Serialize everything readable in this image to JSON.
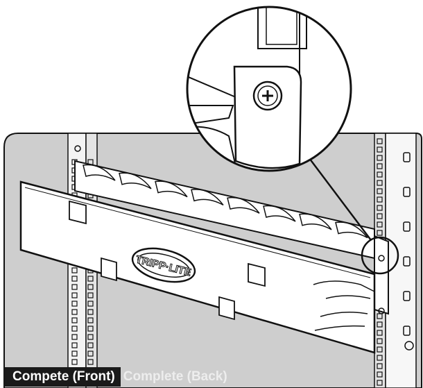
{
  "tabs": [
    {
      "label": "Compete (Front)",
      "active": true
    },
    {
      "label": "Complete (Back)",
      "active": false
    }
  ],
  "illustration": {
    "logo_text": "TRIPP·LITE"
  },
  "colors": {
    "panel": "#cecece",
    "outline": "#111111",
    "active_tab": "#1a1a1a",
    "inactive_tab_text": "#ededed"
  }
}
